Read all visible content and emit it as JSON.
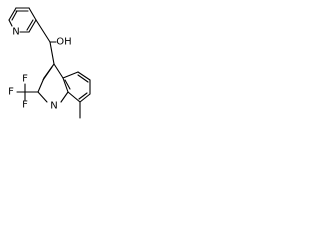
{
  "molecule": {
    "atom_labels": {
      "pyridine_nitrogen": "N",
      "hydroxyl": "OH",
      "quinoline_nitrogen": "N",
      "fluorine_upper": "F",
      "fluorine_left": "F",
      "fluorine_lower": "F"
    }
  },
  "colors": {
    "bond": "#000000",
    "background": "#ffffff"
  }
}
